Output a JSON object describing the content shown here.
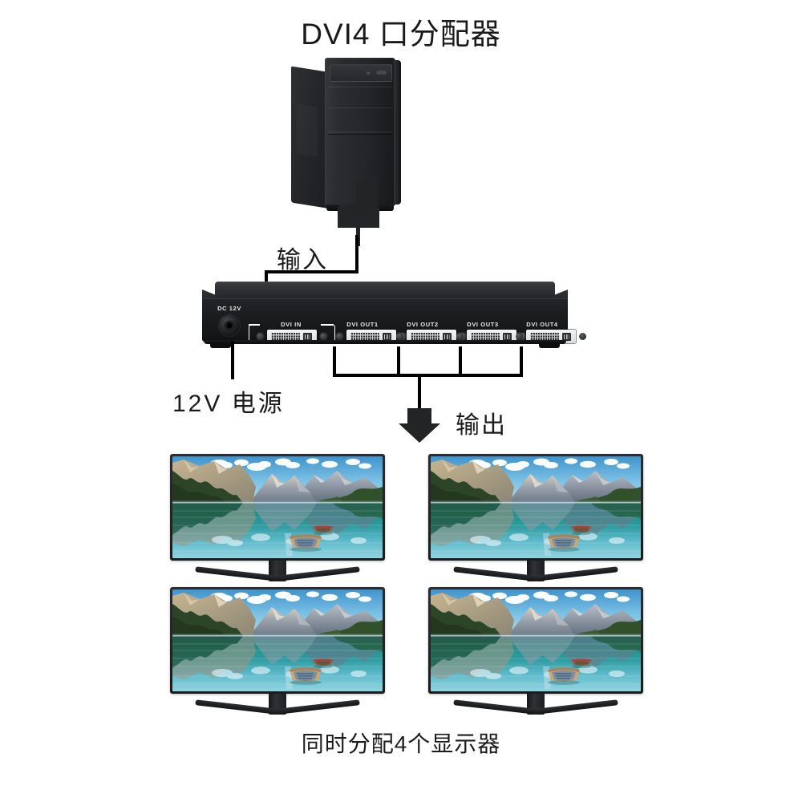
{
  "title": "DVI4 口分配器",
  "caption": "同时分配4个显示器",
  "labels": {
    "input": "输入",
    "power": "12V 电源",
    "output": "输出"
  },
  "device": {
    "name": "dvi-splitter",
    "ports": {
      "power": "DC 12V",
      "input": "DVI IN",
      "outputs": [
        "DVI OUT1",
        "DVI OUT2",
        "DVI OUT3",
        "DVI OUT4"
      ]
    }
  },
  "source": {
    "name": "desktop-computer-tower"
  },
  "monitors": [
    {
      "id": "monitor-1",
      "wallpaper": "mountain-lake-with-boats"
    },
    {
      "id": "monitor-2",
      "wallpaper": "mountain-lake-with-boats"
    },
    {
      "id": "monitor-3",
      "wallpaper": "mountain-lake-with-boats"
    },
    {
      "id": "monitor-4",
      "wallpaper": "mountain-lake-with-boats"
    }
  ],
  "icons": {
    "input_arrow": "arrow-down-icon",
    "output_arrow": "arrow-down-icon"
  },
  "colors": {
    "text": "#1b1b1b",
    "background": "#ffffff",
    "device_body": "#232528",
    "connector": "#f4f5f6",
    "line": "#000000",
    "sky": "#79bfe4",
    "water": "#2a8f9b"
  }
}
